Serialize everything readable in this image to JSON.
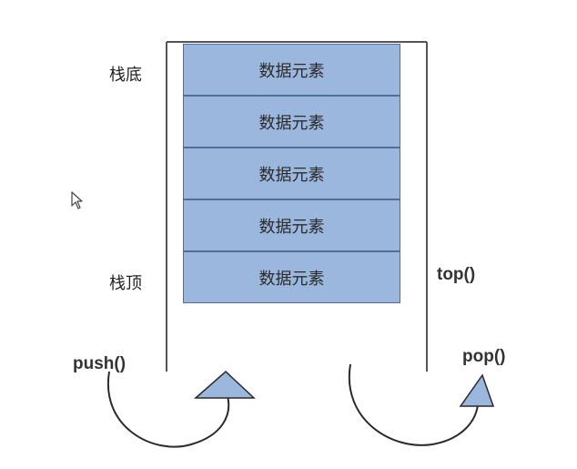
{
  "labels": {
    "bottom": "栈底",
    "top": "栈顶",
    "top_fn": "top()",
    "push_fn": "push()",
    "pop_fn": "pop()"
  },
  "stack": {
    "elements": [
      "数据元素",
      "数据元素",
      "数据元素",
      "数据元素",
      "数据元素"
    ]
  },
  "colors": {
    "element_fill": "#9bb7dd",
    "element_border": "#4f6f9a",
    "container_line": "#555555",
    "arrow_fill": "#9bb7dd"
  },
  "icons": {
    "cursor": "mouse-pointer-icon"
  }
}
